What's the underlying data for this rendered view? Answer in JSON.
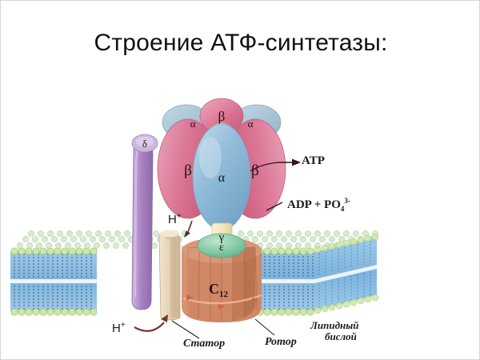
{
  "slide": {
    "title": "Строение АТФ-синтетазы:",
    "background_color": "#ffffff",
    "border_color": "#d8d8d8"
  },
  "diagram": {
    "subject": "ATP synthase structure",
    "subunit_labels": {
      "alpha_center": "α",
      "alpha_top_left": "α",
      "alpha_top_right": "α",
      "beta_left": "β",
      "beta_right": "β",
      "beta_top": "β",
      "delta": "δ",
      "gamma": "γ",
      "epsilon": "ε",
      "c_ring": "C",
      "c_ring_sub": "12"
    },
    "annotations": {
      "atp": "ATP",
      "adp_prefix": "ADP + PO",
      "adp_sub": "4",
      "adp_sup": "3-",
      "proton_top": "H",
      "proton_top_sup": "+",
      "proton_bottom": "H",
      "proton_bottom_sup": "+",
      "stator": "Статор",
      "rotor": "Ротор",
      "bilayer_line1": "Липидный",
      "bilayer_line2": "бислой"
    },
    "colors": {
      "alpha_subunit": "#8fb8d4",
      "beta_subunit": "#d9698c",
      "beta_subunit_light": "#e38fa8",
      "delta_stalk": "#b08fc7",
      "gamma_box": "#f2eec2",
      "epsilon_oval": "#7fc9a5",
      "c_ring": "#cf8765",
      "stator_column": "#e8d7bd",
      "membrane_head": "#cfe6a8",
      "membrane_tail": "#6aa8d8",
      "label_text": "#1a1a1a"
    }
  }
}
